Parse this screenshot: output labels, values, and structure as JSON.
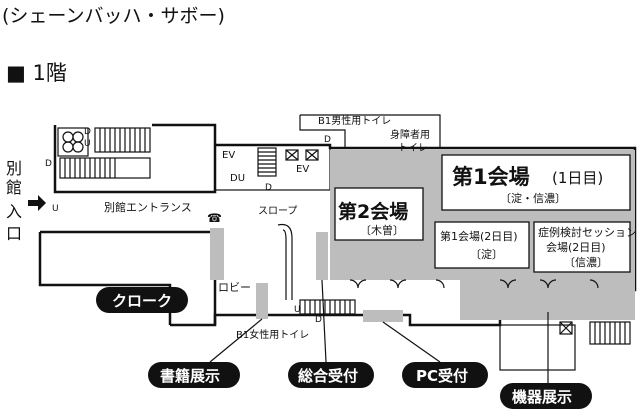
{
  "header": {
    "title": "(シェーンバッハ・サボー)",
    "floor": "■ 1階"
  },
  "labels": {
    "annex_entrance_vertical": [
      "別",
      "館",
      "入",
      "口"
    ],
    "annex_entrance": "別館エントランス",
    "b1_mens": "B1男性用トイレ",
    "accessible_wc_1": "身障者用",
    "accessible_wc_2": "トイレ",
    "b1_womens": "B1女性用トイレ",
    "slope": "スロープ",
    "lobby": "ロビー",
    "ev": "EV",
    "d": "D",
    "u": "U",
    "du": "DU",
    "phone": "☎"
  },
  "rooms": {
    "hall1": {
      "name": "第1会場",
      "days": "(1日目)",
      "sub": "〔淀・信濃〕"
    },
    "hall2": {
      "name": "第2会場",
      "sub": "〔木曽〕"
    },
    "hall1_day2": {
      "name": "第1会場(2日目)",
      "sub": "〔淀〕"
    },
    "case_session": {
      "line1": "症例検討セッション",
      "line2": "会場(2日目)",
      "sub": "〔信濃〕"
    }
  },
  "tags": {
    "cloak": "クローク",
    "books": "書籍展示",
    "reception": "総合受付",
    "pc": "PC受付",
    "equipment": "機器展示"
  },
  "colors": {
    "booth": "#bdbdbd",
    "tag_bg": "#111111",
    "tag_text": "#ffffff"
  }
}
